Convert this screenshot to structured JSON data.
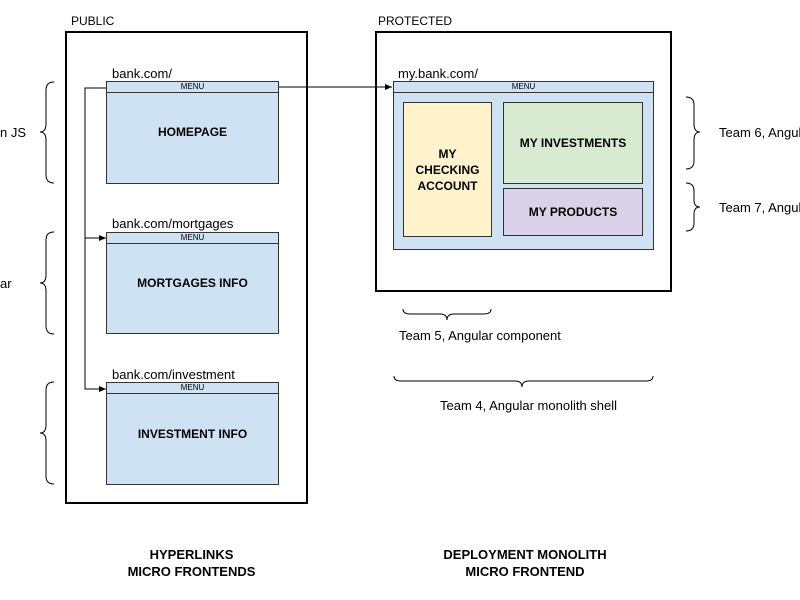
{
  "public": {
    "section_label": "PUBLIC",
    "pages": [
      {
        "url": "bank.com/",
        "menu": "MENU",
        "title": "HOMEPAGE"
      },
      {
        "url": "bank.com/mortgages",
        "menu": "MENU",
        "title": "MORTGAGES INFO"
      },
      {
        "url": "bank.com/investment",
        "menu": "MENU",
        "title": "INVESTMENT INFO"
      }
    ],
    "left_team_labels": [
      "n JS",
      "ar"
    ],
    "caption_line1": "HYPERLINKS",
    "caption_line2": "MICRO FRONTENDS"
  },
  "protected": {
    "section_label": "PROTECTED",
    "url": "my.bank.com/",
    "menu": "MENU",
    "checking_account": "MY CHECKING ACCOUNT",
    "investments": "MY INVESTMENTS",
    "products": "MY PRODUCTS",
    "team_investments": "Team 6, Angula",
    "team_products": "Team 7, Angula",
    "team_component": "Team 5, Angular component",
    "team_shell": "Team 4, Angular monolith shell",
    "caption_line1": "DEPLOYMENT MONOLITH",
    "caption_line2": "MICRO FRONTEND"
  },
  "colors": {
    "page_fill": "#cfe2f3",
    "checking_fill": "#fff2cc",
    "investments_fill": "#d9ead3",
    "products_fill": "#d9d2e9"
  }
}
